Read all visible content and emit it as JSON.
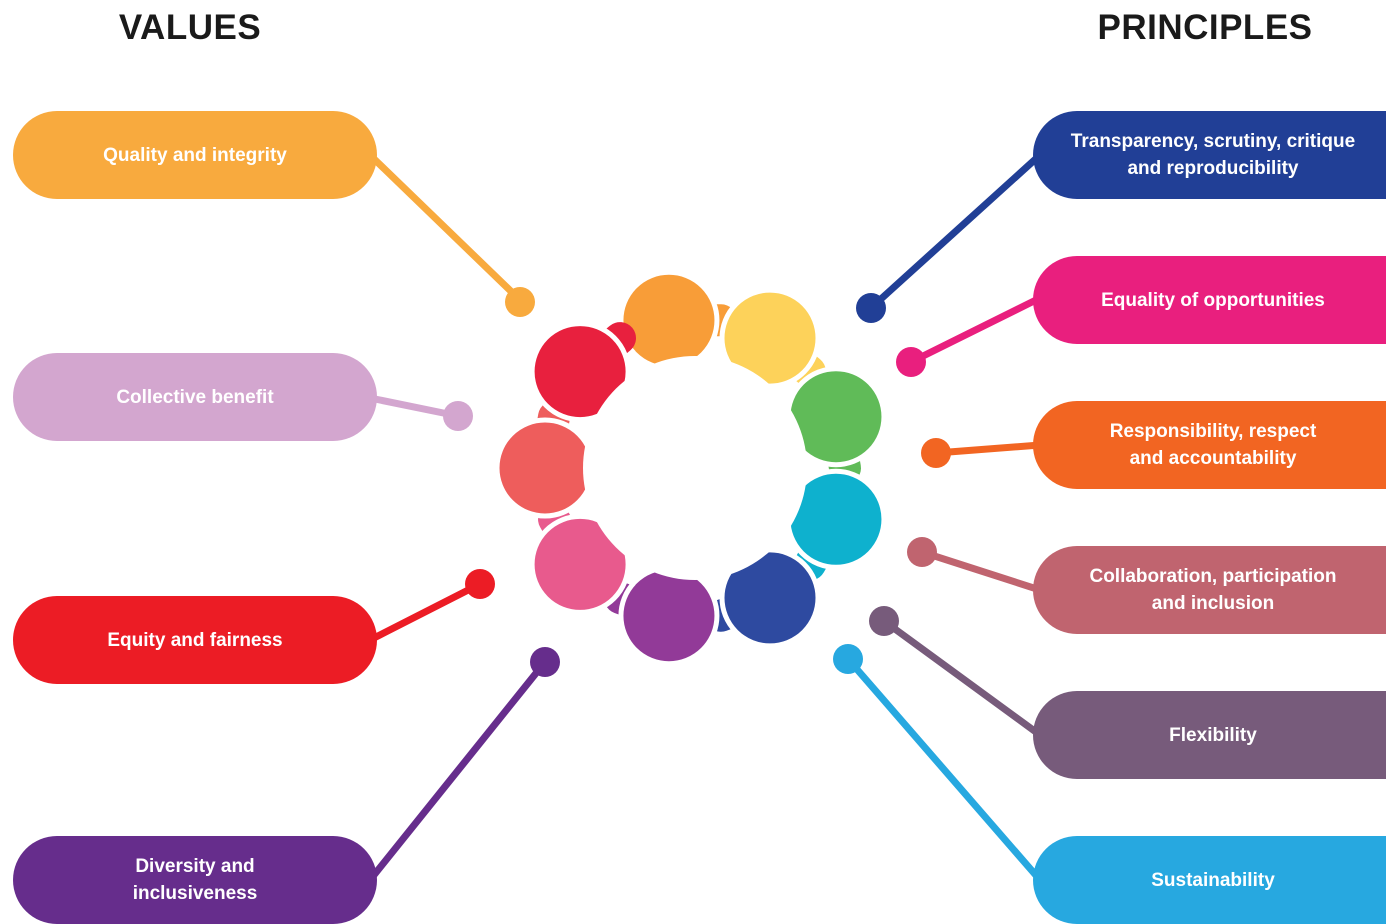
{
  "headings": {
    "values": "VALUES",
    "principles": "PRINCIPLES"
  },
  "values": [
    {
      "label": "Quality and integrity",
      "color": "#F8AA3E"
    },
    {
      "label": "Collective benefit",
      "color": "#D3A6CF"
    },
    {
      "label": "Equity and fairness",
      "color": "#EC1C25"
    },
    {
      "label": "Diversity and\ninclusiveness",
      "color": "#662D8C"
    }
  ],
  "principles": [
    {
      "label": "Transparency, scrutiny, critique\nand reproducibility",
      "color": "#213F96"
    },
    {
      "label": "Equality of opportunities",
      "color": "#E91F7E"
    },
    {
      "label": "Responsibility, respect\nand accountability",
      "color": "#F26522"
    },
    {
      "label": "Collaboration, participation\nand inclusion",
      "color": "#C0646F"
    },
    {
      "label": "Flexibility",
      "color": "#775B7B"
    },
    {
      "label": "Sustainability",
      "color": "#27A8E0"
    }
  ],
  "ring": {
    "icon": "puzzle-ring-icon",
    "colors": [
      "#F89D38",
      "#FDD25A",
      "#60BB58",
      "#0EB1CE",
      "#2E4AA0",
      "#923A98",
      "#E85A8D",
      "#EE5D5C",
      "#E8203E"
    ]
  }
}
